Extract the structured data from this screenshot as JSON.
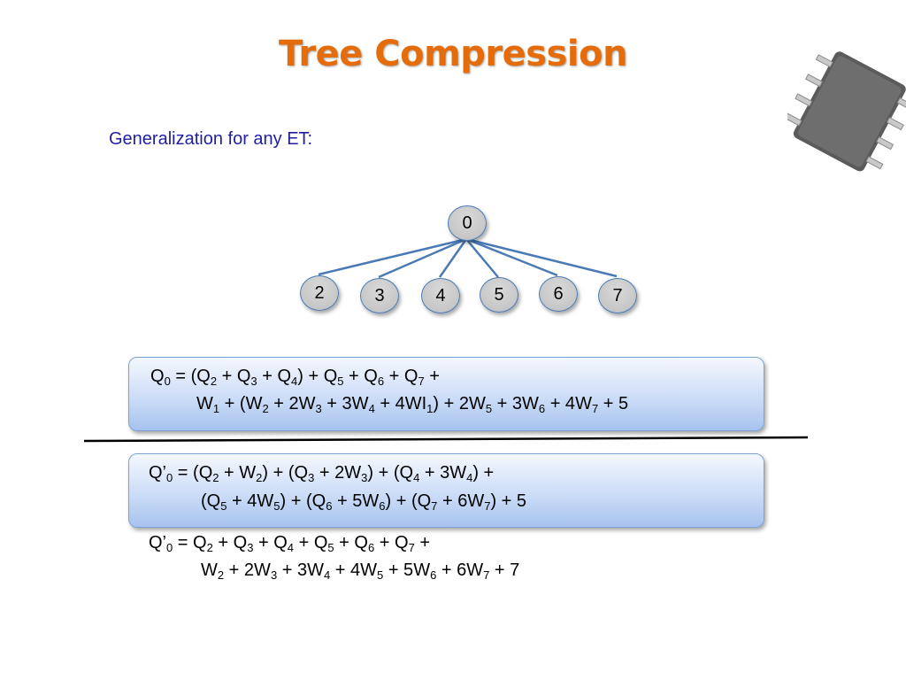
{
  "slide": {
    "title": "Tree Compression",
    "subtitle": "Generalization for any ET:"
  },
  "tree": {
    "root": "0",
    "children": [
      "2",
      "3",
      "4",
      "5",
      "6",
      "7"
    ]
  },
  "equations": {
    "box1": {
      "line1": [
        [
          "Q",
          "0"
        ],
        " = (",
        [
          "Q",
          "2"
        ],
        " + ",
        [
          "Q",
          "3"
        ],
        " + ",
        [
          "Q",
          "4"
        ],
        ") + ",
        [
          "Q",
          "5"
        ],
        " + ",
        [
          "Q",
          "6"
        ],
        " + ",
        [
          "Q",
          "7"
        ],
        " +"
      ],
      "line2": [
        [
          "W",
          "1"
        ],
        " + (",
        [
          "W",
          "2"
        ],
        " + 2",
        [
          "W",
          "3"
        ],
        " + 3",
        [
          "W",
          "4"
        ],
        " + 4",
        [
          "WI",
          "1"
        ],
        ") + 2",
        [
          "W",
          "5"
        ],
        " + 3",
        [
          "W",
          "6"
        ],
        " + 4",
        [
          "W",
          "7"
        ],
        " + 5"
      ]
    },
    "box2": {
      "line1": [
        [
          "Q’",
          "0"
        ],
        " = (",
        [
          "Q",
          "2"
        ],
        " + ",
        [
          "W",
          "2"
        ],
        ") + (",
        [
          "Q",
          "3"
        ],
        " + 2",
        [
          "W",
          "3"
        ],
        ") + (",
        [
          "Q",
          "4"
        ],
        " + 3",
        [
          "W",
          "4"
        ],
        ") +"
      ],
      "line2": [
        "(",
        [
          "Q",
          "5"
        ],
        " + 4",
        [
          "W",
          "5"
        ],
        ") + (",
        [
          "Q",
          "6"
        ],
        " + 5",
        [
          "W",
          "6"
        ],
        ") + (",
        [
          "Q",
          "7"
        ],
        " + 6",
        [
          "W",
          "7"
        ],
        ") + 5"
      ]
    },
    "plain": {
      "line1": [
        [
          "Q’",
          "0"
        ],
        " = ",
        [
          "Q",
          "2"
        ],
        " + ",
        [
          "Q",
          "3"
        ],
        " + ",
        [
          "Q",
          "4"
        ],
        " + ",
        [
          "Q",
          "5"
        ],
        " + ",
        [
          "Q",
          "6"
        ],
        " + ",
        [
          "Q",
          "7"
        ],
        " +"
      ],
      "line2": [
        [
          "W",
          "2"
        ],
        " + 2",
        [
          "W",
          "3"
        ],
        " + 3",
        [
          "W",
          "4"
        ],
        " + 4",
        [
          "W",
          "5"
        ],
        " + 5",
        [
          "W",
          "6"
        ],
        " + 6",
        [
          "W",
          "7"
        ],
        " + 7"
      ]
    }
  }
}
